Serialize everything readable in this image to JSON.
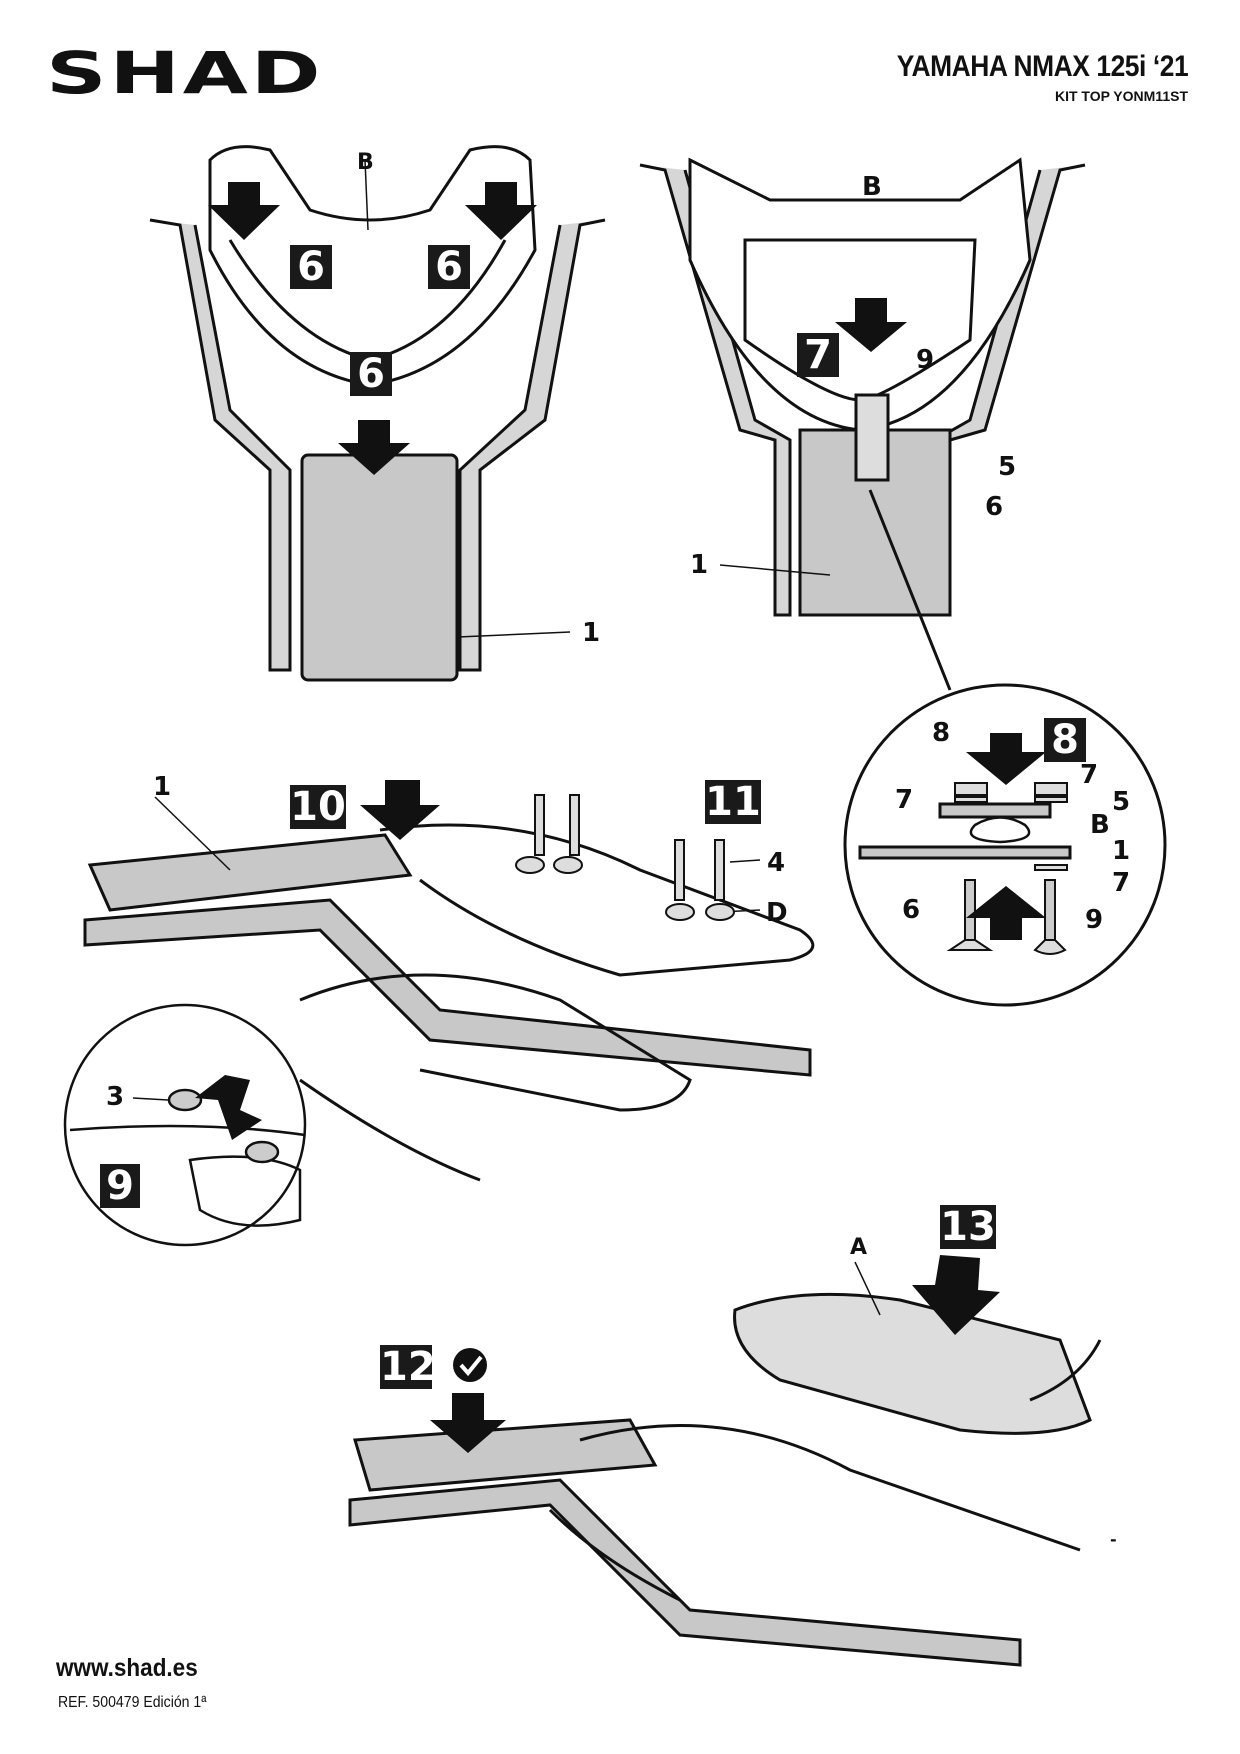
{
  "header": {
    "brand": "SHAD",
    "model_title": "YAMAHA NMAX 125i ‘21",
    "kit_code": "KIT TOP YONM11ST"
  },
  "steps": {
    "s6a": "6",
    "s6b": "6",
    "s6c": "6",
    "s7": "7",
    "s8": "8",
    "s9": "9",
    "s10": "10",
    "s11": "11",
    "s12": "12",
    "s13": "13"
  },
  "labels": {
    "fig1_B": "B",
    "fig1_1": "1",
    "fig2_B": "B",
    "fig2_9": "9",
    "fig2_5": "5",
    "fig2_6": "6",
    "fig2_1": "1",
    "detail_8": "8",
    "detail_7a": "7",
    "detail_7b": "7",
    "detail_5": "5",
    "detail_B": "B",
    "detail_1": "1",
    "detail_7c": "7",
    "detail_6": "6",
    "detail_9": "9",
    "fig3_1": "1",
    "fig3_4": "4",
    "fig3_D": "D",
    "fig3_3": "3",
    "fig4_A": "A",
    "fig4_dash": "-"
  },
  "footer": {
    "website": "www.shad.es",
    "reference": "REF. 500479 Edición 1ª"
  },
  "colors": {
    "ink": "#111111",
    "part_fill": "#c8c8c8",
    "step_bg": "#1a1a1a"
  }
}
